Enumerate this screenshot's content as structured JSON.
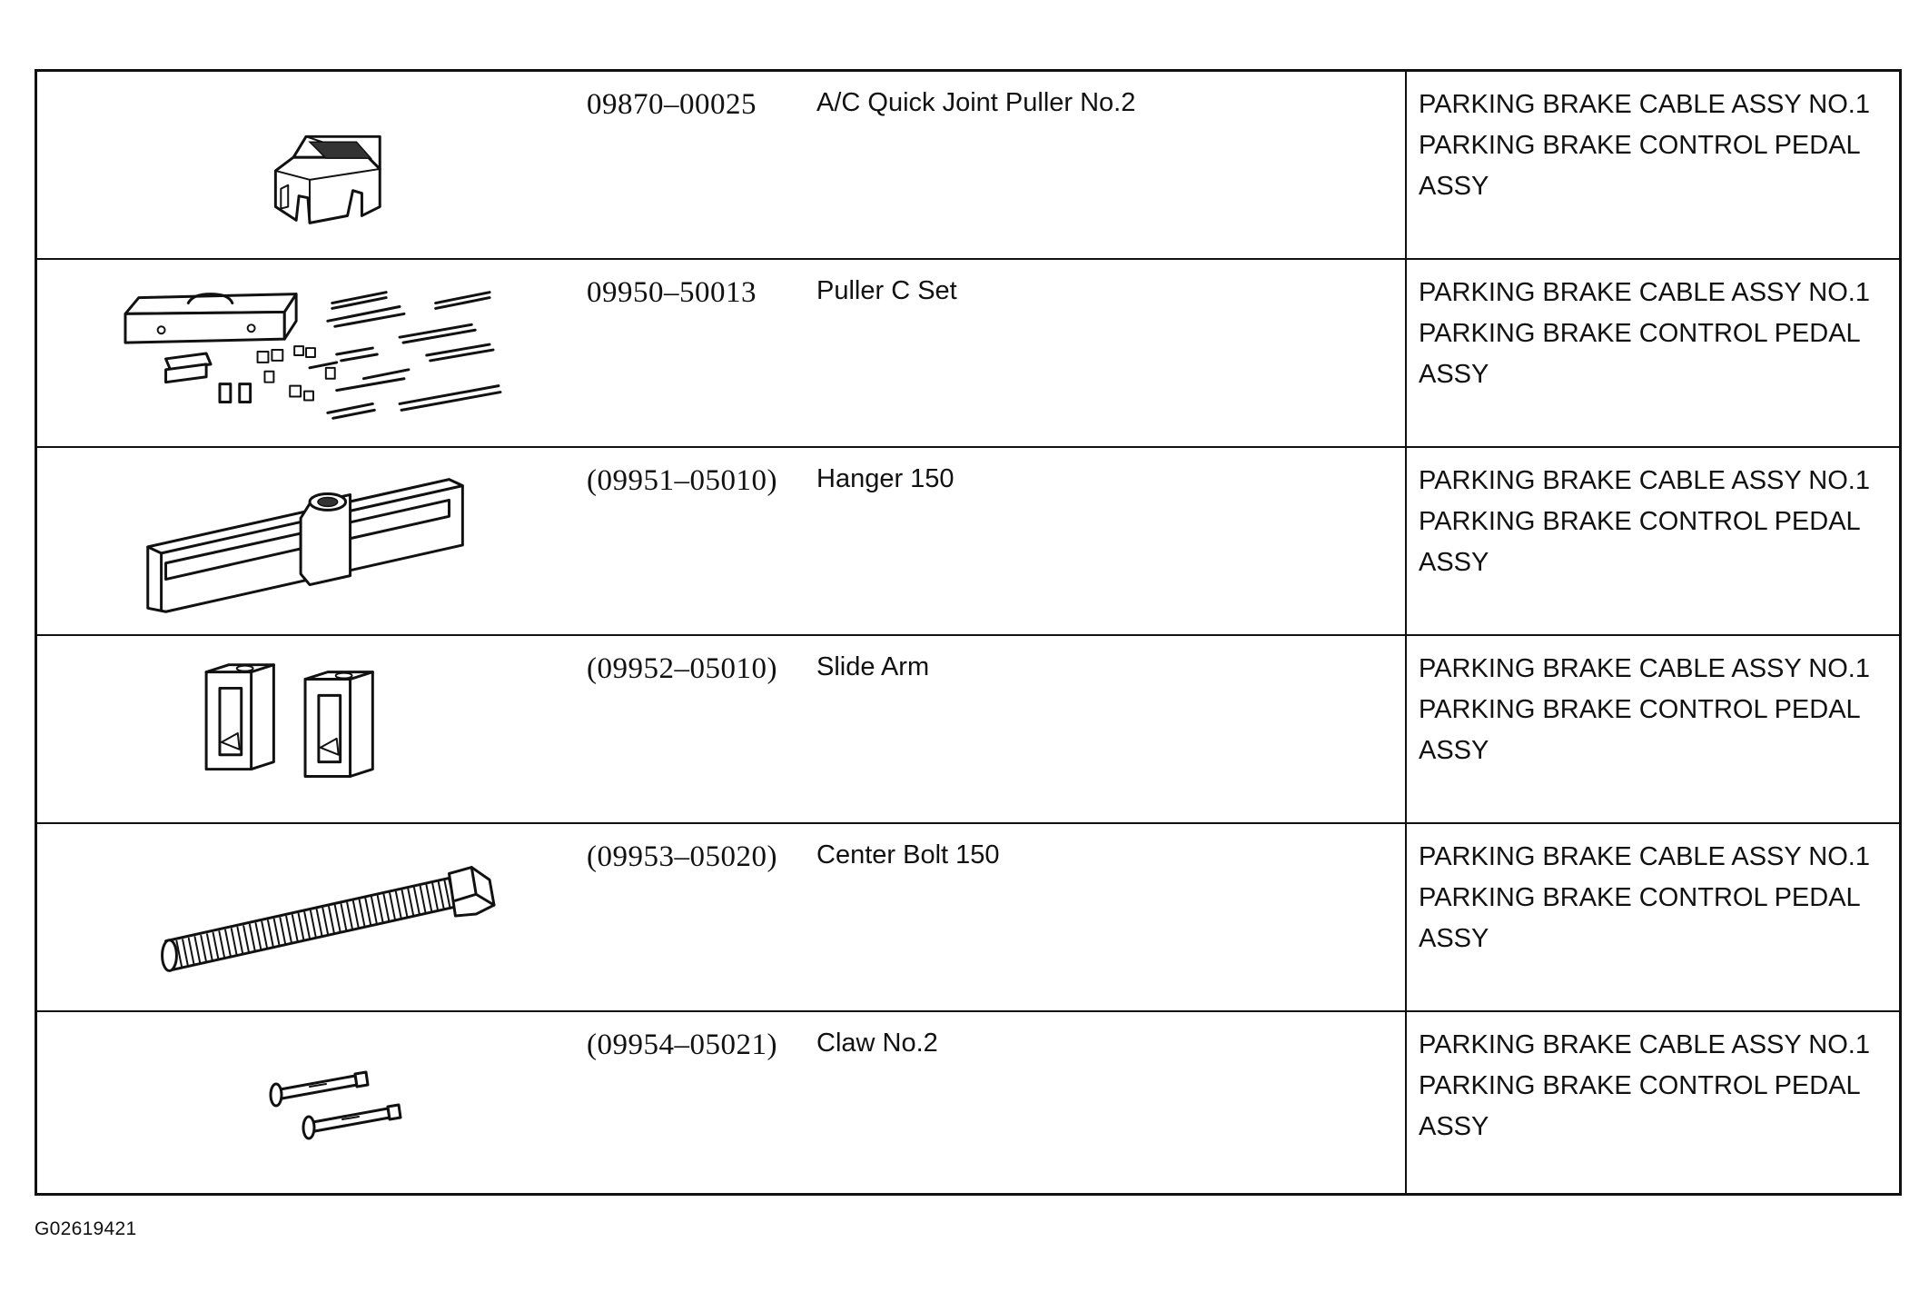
{
  "tools": [
    {
      "part_number": "09870–00025",
      "name": "A/C Quick Joint Puller No.2",
      "usage": [
        "PARKING BRAKE CABLE ASSY NO.1",
        "PARKING BRAKE CONTROL PEDAL",
        "ASSY"
      ],
      "illustration_icon": "quick-joint-puller-icon"
    },
    {
      "part_number": "09950–50013",
      "name": "Puller C Set",
      "usage": [
        "PARKING BRAKE CABLE ASSY NO.1",
        "PARKING BRAKE CONTROL PEDAL",
        "ASSY"
      ],
      "illustration_icon": "puller-set-icon"
    },
    {
      "part_number": "(09951–05010)",
      "name": "Hanger 150",
      "usage": [
        "PARKING BRAKE CABLE ASSY NO.1",
        "PARKING BRAKE CONTROL PEDAL",
        "ASSY"
      ],
      "illustration_icon": "hanger-icon"
    },
    {
      "part_number": "(09952–05010)",
      "name": "Slide Arm",
      "usage": [
        "PARKING BRAKE CABLE ASSY NO.1",
        "PARKING BRAKE CONTROL PEDAL",
        "ASSY"
      ],
      "illustration_icon": "slide-arm-icon"
    },
    {
      "part_number": "(09953–05020)",
      "name": "Center Bolt 150",
      "usage": [
        "PARKING BRAKE CABLE ASSY NO.1",
        "PARKING BRAKE CONTROL PEDAL",
        "ASSY"
      ],
      "illustration_icon": "center-bolt-icon"
    },
    {
      "part_number": "(09954–05021)",
      "name": "Claw No.2",
      "usage": [
        "PARKING BRAKE CABLE ASSY NO.1",
        "PARKING BRAKE CONTROL PEDAL",
        "ASSY"
      ],
      "illustration_icon": "claw-icon"
    }
  ],
  "figure_code": "G02619421",
  "colors": {
    "line": "#111111",
    "background": "#ffffff"
  }
}
